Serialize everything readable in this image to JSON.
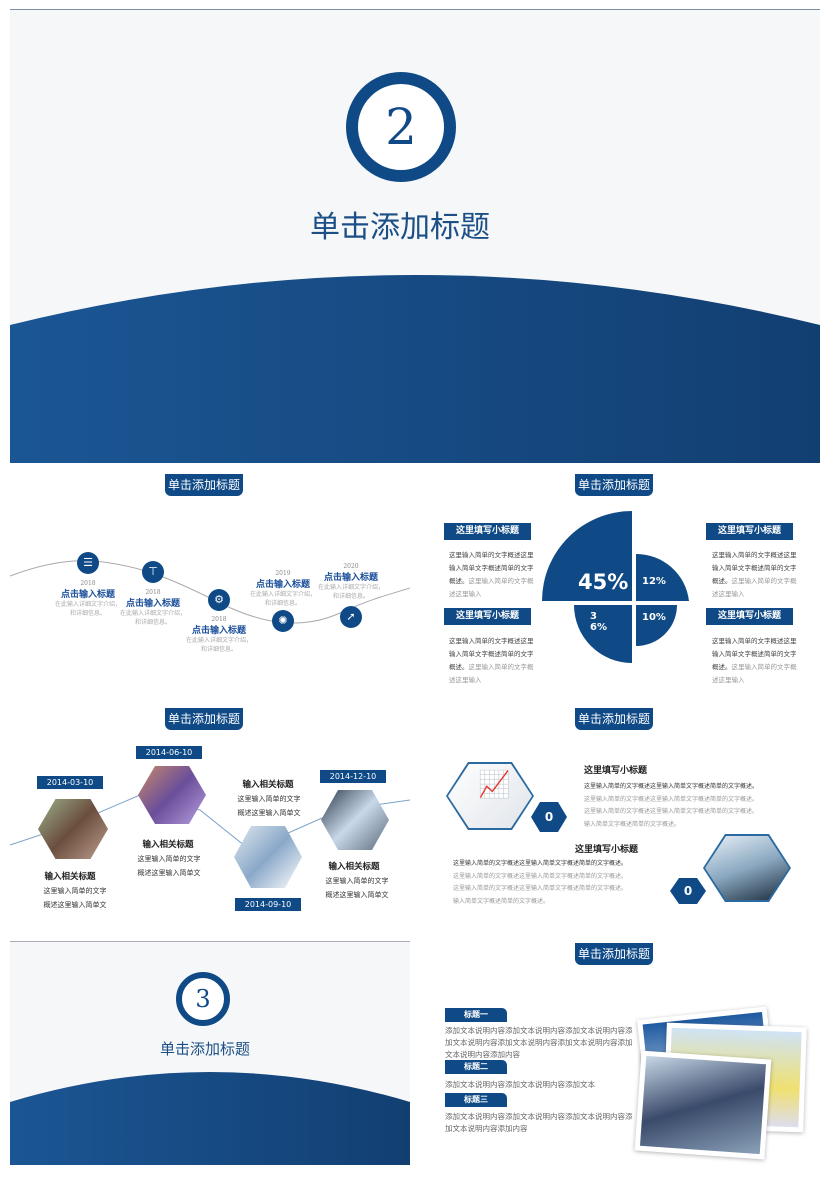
{
  "slide1": {
    "number": "2",
    "title": "单击添加标题"
  },
  "timeline": {
    "tag": "单击添加标题",
    "items": [
      {
        "year": "2018",
        "title": "点击输入标题",
        "desc1": "在此输入详细文字介绍，",
        "desc2": "和详细信息。",
        "icon": "server-icon"
      },
      {
        "year": "2018",
        "title": "点击输入标题",
        "desc1": "在此输入详细文字介绍，",
        "desc2": "和详细信息。",
        "icon": "signpost-icon"
      },
      {
        "year": "2018",
        "title": "点击输入标题",
        "desc1": "在此输入详细文字介绍，",
        "desc2": "和详细信息。",
        "icon": "gears-icon"
      },
      {
        "year": "2019",
        "title": "点击输入标题",
        "desc1": "在此输入详细文字介绍，",
        "desc2": "和详细信息。",
        "icon": "lightbulb-icon"
      },
      {
        "year": "2020",
        "title": "点击输入标题",
        "desc1": "在此输入详细文字介绍，",
        "desc2": "和详细信息。",
        "icon": "rocket-icon"
      }
    ]
  },
  "pie": {
    "tag": "单击添加标题",
    "slices": [
      {
        "label": "45%",
        "value": 45
      },
      {
        "label": "12%",
        "value": 12
      },
      {
        "label": "36%",
        "value": 36
      },
      {
        "label": "10%",
        "value": 10
      }
    ],
    "boxes": [
      {
        "title": "这里填写小标题",
        "dark": "这里输入简单的文字概述这里输入简单文字概述简单的文字概述。",
        "light": "这里输入简单的文字概述这里输入"
      },
      {
        "title": "这里填写小标题",
        "dark": "这里输入简单的文字概述这里输入简单文字概述简单的文字概述。",
        "light": "这里输入简单的文字概述这里输入"
      },
      {
        "title": "这里填写小标题",
        "dark": "这里输入简单的文字概述这里输入简单文字概述简单的文字概述。",
        "light": "这里输入简单的文字概述这里输入"
      },
      {
        "title": "这里填写小标题",
        "dark": "这里输入简单的文字概述这里输入简单文字概述简单的文字概述。",
        "light": "这里输入简单的文字概述这里输入"
      }
    ]
  },
  "hextime": {
    "tag": "单击添加标题",
    "items": [
      {
        "date": "2014-03-10",
        "title": "输入相关标题",
        "l1": "这里输入简单的文字",
        "l2": "概述这里输入简单文"
      },
      {
        "date": "2014-06-10",
        "title": "输入相关标题",
        "l1": "这里输入简单的文字",
        "l2": "概述这里输入简单文"
      },
      {
        "date": "2014-09-10",
        "title": "输入相关标题",
        "l1": "这里输入简单的文字",
        "l2": "概述这里输入简单文"
      },
      {
        "date": "2014-12-10",
        "title": "输入相关标题",
        "l1": "这里输入简单的文字",
        "l2": "概述这里输入简单文"
      }
    ]
  },
  "hexinfo": {
    "tag": "单击添加标题",
    "items": [
      {
        "num": "0",
        "title": "这里填写小标题",
        "l1": "这里输入简单的文字概述这里输入简单文字概述简单的文字概述。",
        "l2": "这里输入简单的文字概述这里输入简单文字概述简单的文字概述。",
        "l3": "这里输入简单的文字概述这里输入简单文字概述简单的文字概述。",
        "l4": "输入简单文字概述简单的文字概述。"
      },
      {
        "num": "0",
        "title": "这里填写小标题",
        "l1": "这里输入简单的文字概述这里输入简单文字概述简单的文字概述。",
        "l2": "这里输入简单的文字概述这里输入简单文字概述简单的文字概述。",
        "l3": "这里输入简单的文字概述这里输入简单文字概述简单的文字概述。",
        "l4": "输入简单文字概述简单的文字概述。"
      }
    ]
  },
  "slide3": {
    "number": "3",
    "title": "单击添加标题"
  },
  "photos": {
    "tag": "单击添加标题",
    "items": [
      {
        "label": "标题一",
        "text": "添加文本说明内容添加文本说明内容添加文本说明内容添加文本说明内容添加文本说明内容添加文本说明内容添加文本说明内容添加内容"
      },
      {
        "label": "标题二",
        "text": "添加文本说明内容添加文本说明内容添加文本"
      },
      {
        "label": "标题三",
        "text": "添加文本说明内容添加文本说明内容添加文本说明内容添加文本说明内容添加内容"
      }
    ]
  },
  "colors": {
    "primary": "#0f4a86",
    "background": "#f6f7f9"
  }
}
